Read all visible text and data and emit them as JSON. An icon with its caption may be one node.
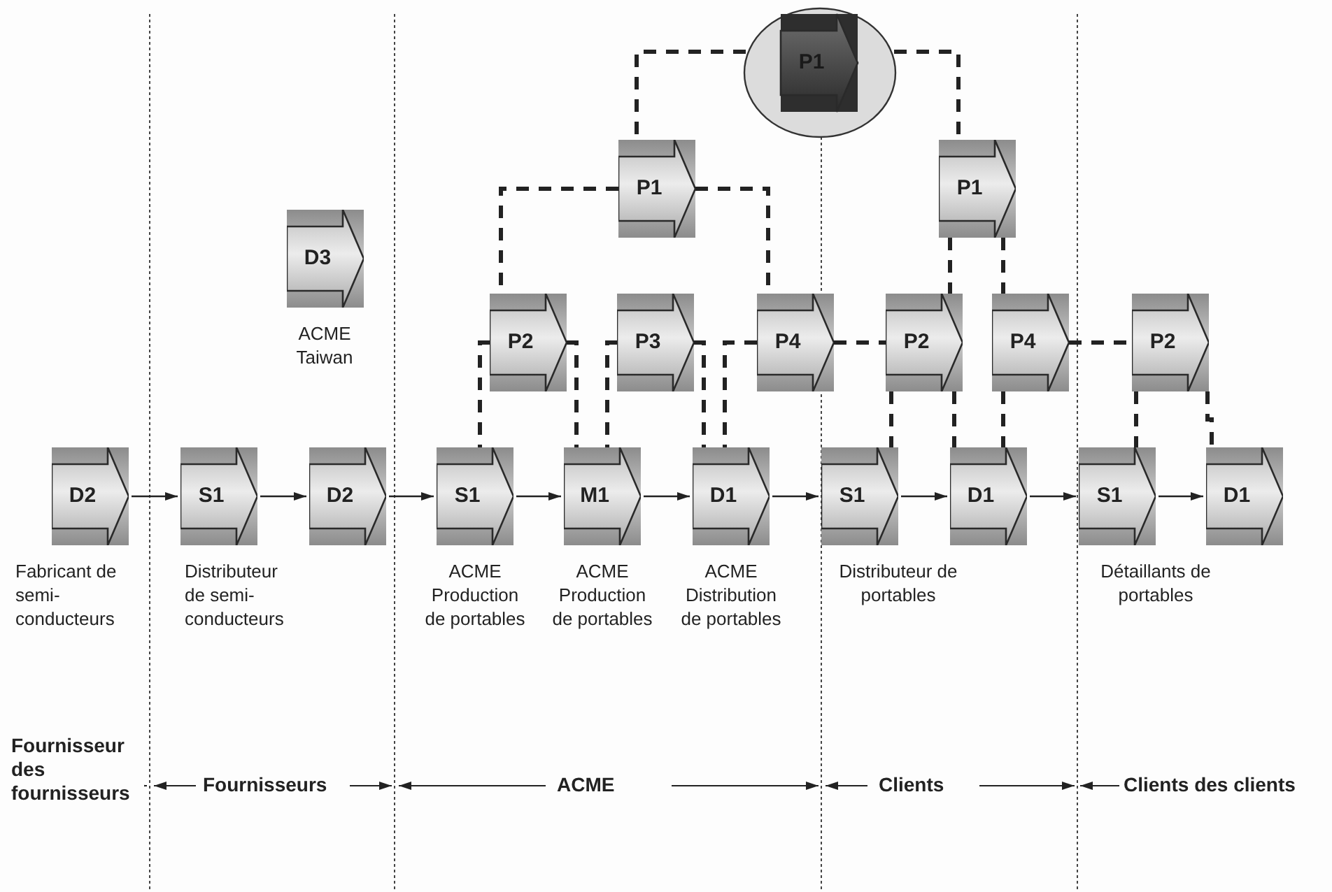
{
  "diagram": {
    "nodes": [
      {
        "text": [
          "P1"
        ]
      },
      {
        "text": [
          "P1"
        ]
      },
      {
        "text": [
          "P1"
        ]
      },
      {
        "text": [
          "D3"
        ],
        "beside": [
          "ACME Taiwan"
        ]
      },
      {
        "text": [
          "P2"
        ]
      },
      {
        "text": [
          "P3"
        ]
      },
      {
        "text": [
          "P4"
        ]
      },
      {
        "text": [
          "P2"
        ]
      },
      {
        "text": [
          "P4"
        ]
      },
      {
        "text": [
          "P2"
        ]
      },
      {
        "text": [
          "D2"
        ],
        "beside": [
          "Fabricant de semi-conducteurs"
        ]
      },
      {
        "text": [
          "S1"
        ],
        "beside": [
          "Distributeur de semi-conducteurs"
        ]
      },
      {
        "text": [
          "D2"
        ]
      },
      {
        "text": [
          "S1"
        ],
        "beside": [
          "ACME Production de portables"
        ]
      },
      {
        "text": [
          "M1"
        ],
        "beside": [
          "ACME Production de portables"
        ]
      },
      {
        "text": [
          "D1"
        ],
        "beside": [
          "ACME Distribution de portables"
        ]
      },
      {
        "text": [
          "S1"
        ],
        "beside": [
          "Distributeur de portables"
        ]
      },
      {
        "text": [
          "D1"
        ]
      },
      {
        "text": [
          "S1"
        ],
        "beside": [
          "Détaillants de portables"
        ]
      },
      {
        "text": [
          "D1"
        ]
      }
    ],
    "edges": [
      {
        "from": 10,
        "to": 11,
        "arrow": "to"
      },
      {
        "from": 11,
        "to": 12,
        "arrow": "to"
      },
      {
        "from": 12,
        "to": 13,
        "arrow": "to"
      },
      {
        "from": 13,
        "to": 14,
        "arrow": "to"
      },
      {
        "from": 14,
        "to": 15,
        "arrow": "to"
      },
      {
        "from": 15,
        "to": 16,
        "arrow": "to"
      },
      {
        "from": 16,
        "to": 17,
        "arrow": "to"
      },
      {
        "from": 17,
        "to": 18,
        "arrow": "to"
      },
      {
        "from": 18,
        "to": 19,
        "arrow": "to"
      },
      {
        "from": 0,
        "to": 1,
        "arrow": "none",
        "style": "dashed"
      },
      {
        "from": 0,
        "to": 2,
        "arrow": "none",
        "style": "dashed"
      },
      {
        "from": 1,
        "to": 4,
        "arrow": "none",
        "style": "dashed"
      },
      {
        "from": 1,
        "to": 6,
        "arrow": "none",
        "style": "dashed"
      },
      {
        "from": 2,
        "to": 7,
        "arrow": "none",
        "style": "dashed"
      },
      {
        "from": 2,
        "to": 8,
        "arrow": "none",
        "style": "dashed"
      },
      {
        "from": 4,
        "to": 13,
        "arrow": "none",
        "style": "dashed"
      },
      {
        "from": 4,
        "to": 14,
        "arrow": "none",
        "style": "dashed"
      },
      {
        "from": 5,
        "to": 14,
        "arrow": "none",
        "style": "dashed"
      },
      {
        "from": 5,
        "to": 15,
        "arrow": "none",
        "style": "dashed"
      },
      {
        "from": 6,
        "to": 15,
        "arrow": "none",
        "style": "dashed"
      },
      {
        "from": 6,
        "to": 7,
        "arrow": "none",
        "style": "dashed"
      },
      {
        "from": 7,
        "to": 16,
        "arrow": "none",
        "style": "dashed"
      },
      {
        "from": 7,
        "to": 17,
        "arrow": "none",
        "style": "dashed"
      },
      {
        "from": 8,
        "to": 17,
        "arrow": "none",
        "style": "dashed"
      },
      {
        "from": 8,
        "to": 9,
        "arrow": "none",
        "style": "dashed"
      },
      {
        "from": 9,
        "to": 18,
        "arrow": "none",
        "style": "dashed"
      },
      {
        "from": 9,
        "to": 19,
        "arrow": "none",
        "style": "dashed"
      }
    ],
    "labels": [
      "Fournisseur des fournisseurs",
      "Fournisseurs",
      "ACME",
      "Clients",
      "Clients des clients"
    ]
  }
}
